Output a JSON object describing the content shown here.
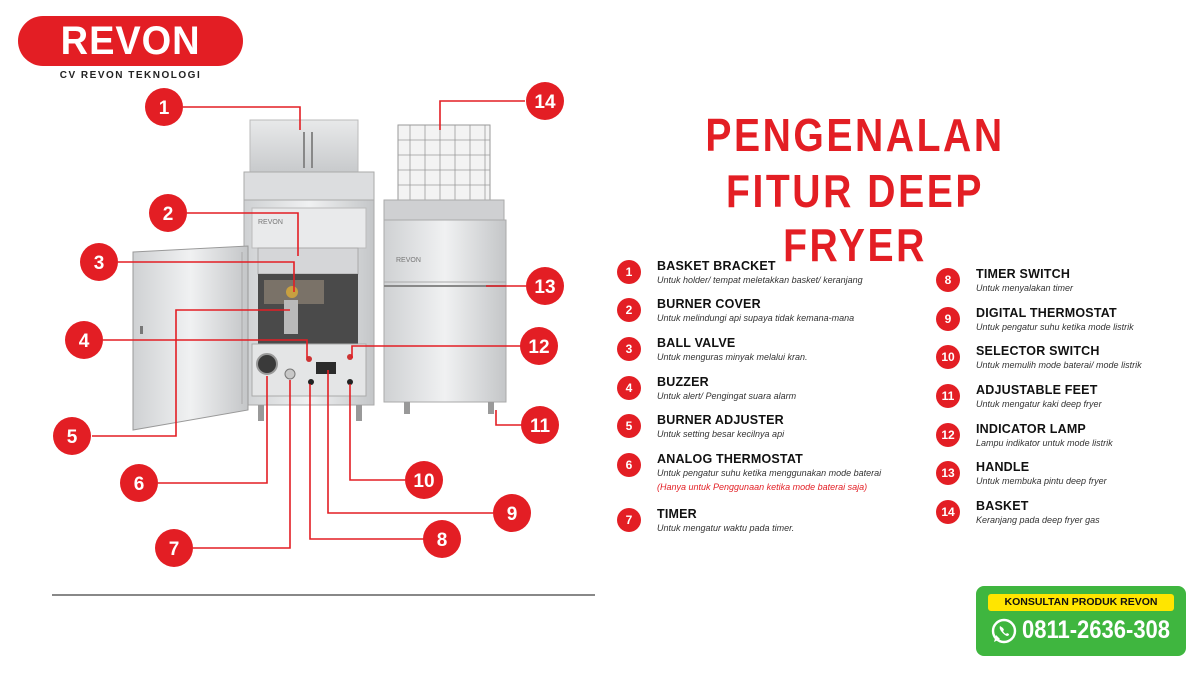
{
  "brand": {
    "name": "REVON",
    "subtitle": "CV REVON TEKNOLOGI"
  },
  "title": {
    "line1": "PENGENALAN",
    "line2": "FITUR DEEP FRYER"
  },
  "fryer_labels": {
    "front_brand": "REVON",
    "right_brand": "REVON"
  },
  "callouts": [
    "1",
    "2",
    "3",
    "4",
    "5",
    "6",
    "7",
    "8",
    "9",
    "10",
    "11",
    "12",
    "13",
    "14"
  ],
  "legend": [
    {
      "num": "1",
      "name": "BASKET BRACKET",
      "desc": "Untuk holder/ tempat meletakkan basket/ keranjang"
    },
    {
      "num": "2",
      "name": "BURNER COVER",
      "desc": "Untuk melindungi api supaya tidak kemana-mana"
    },
    {
      "num": "3",
      "name": "BALL VALVE",
      "desc": "Untuk menguras minyak melalui kran."
    },
    {
      "num": "4",
      "name": "BUZZER",
      "desc": "Untuk alert/ Pengingat suara alarm"
    },
    {
      "num": "5",
      "name": "BURNER ADJUSTER",
      "desc": "Untuk setting besar kecilnya api"
    },
    {
      "num": "6",
      "name": "ANALOG THERMOSTAT",
      "desc": "Untuk pengatur suhu ketika menggunakan mode baterai",
      "note": "(Hanya untuk Penggunaan ketika mode baterai saja)"
    },
    {
      "num": "7",
      "name": "TIMER",
      "desc": "Untuk mengatur waktu pada timer."
    },
    {
      "num": "8",
      "name": "TIMER SWITCH",
      "desc": "Untuk menyalakan timer"
    },
    {
      "num": "9",
      "name": "DIGITAL THERMOSTAT",
      "desc": "Untuk pengatur suhu ketika mode listrik"
    },
    {
      "num": "10",
      "name": "SELECTOR SWITCH",
      "desc": "Untuk memulih mode baterai/ mode listrik"
    },
    {
      "num": "11",
      "name": "ADJUSTABLE FEET",
      "desc": "Untuk mengatur kaki deep fryer"
    },
    {
      "num": "12",
      "name": "INDICATOR LAMP",
      "desc": "Lampu indikator untuk mode listrik"
    },
    {
      "num": "13",
      "name": "HANDLE",
      "desc": "Untuk membuka pintu deep fryer"
    },
    {
      "num": "14",
      "name": "BASKET",
      "desc": "Keranjang pada deep fryer gas"
    }
  ],
  "contact": {
    "label": "KONSULTAN PRODUK REVON",
    "phone": "0811-2636-308"
  },
  "colors": {
    "accent": "#e31e24",
    "whatsapp": "#3fb63f",
    "highlight": "#ffe500"
  }
}
